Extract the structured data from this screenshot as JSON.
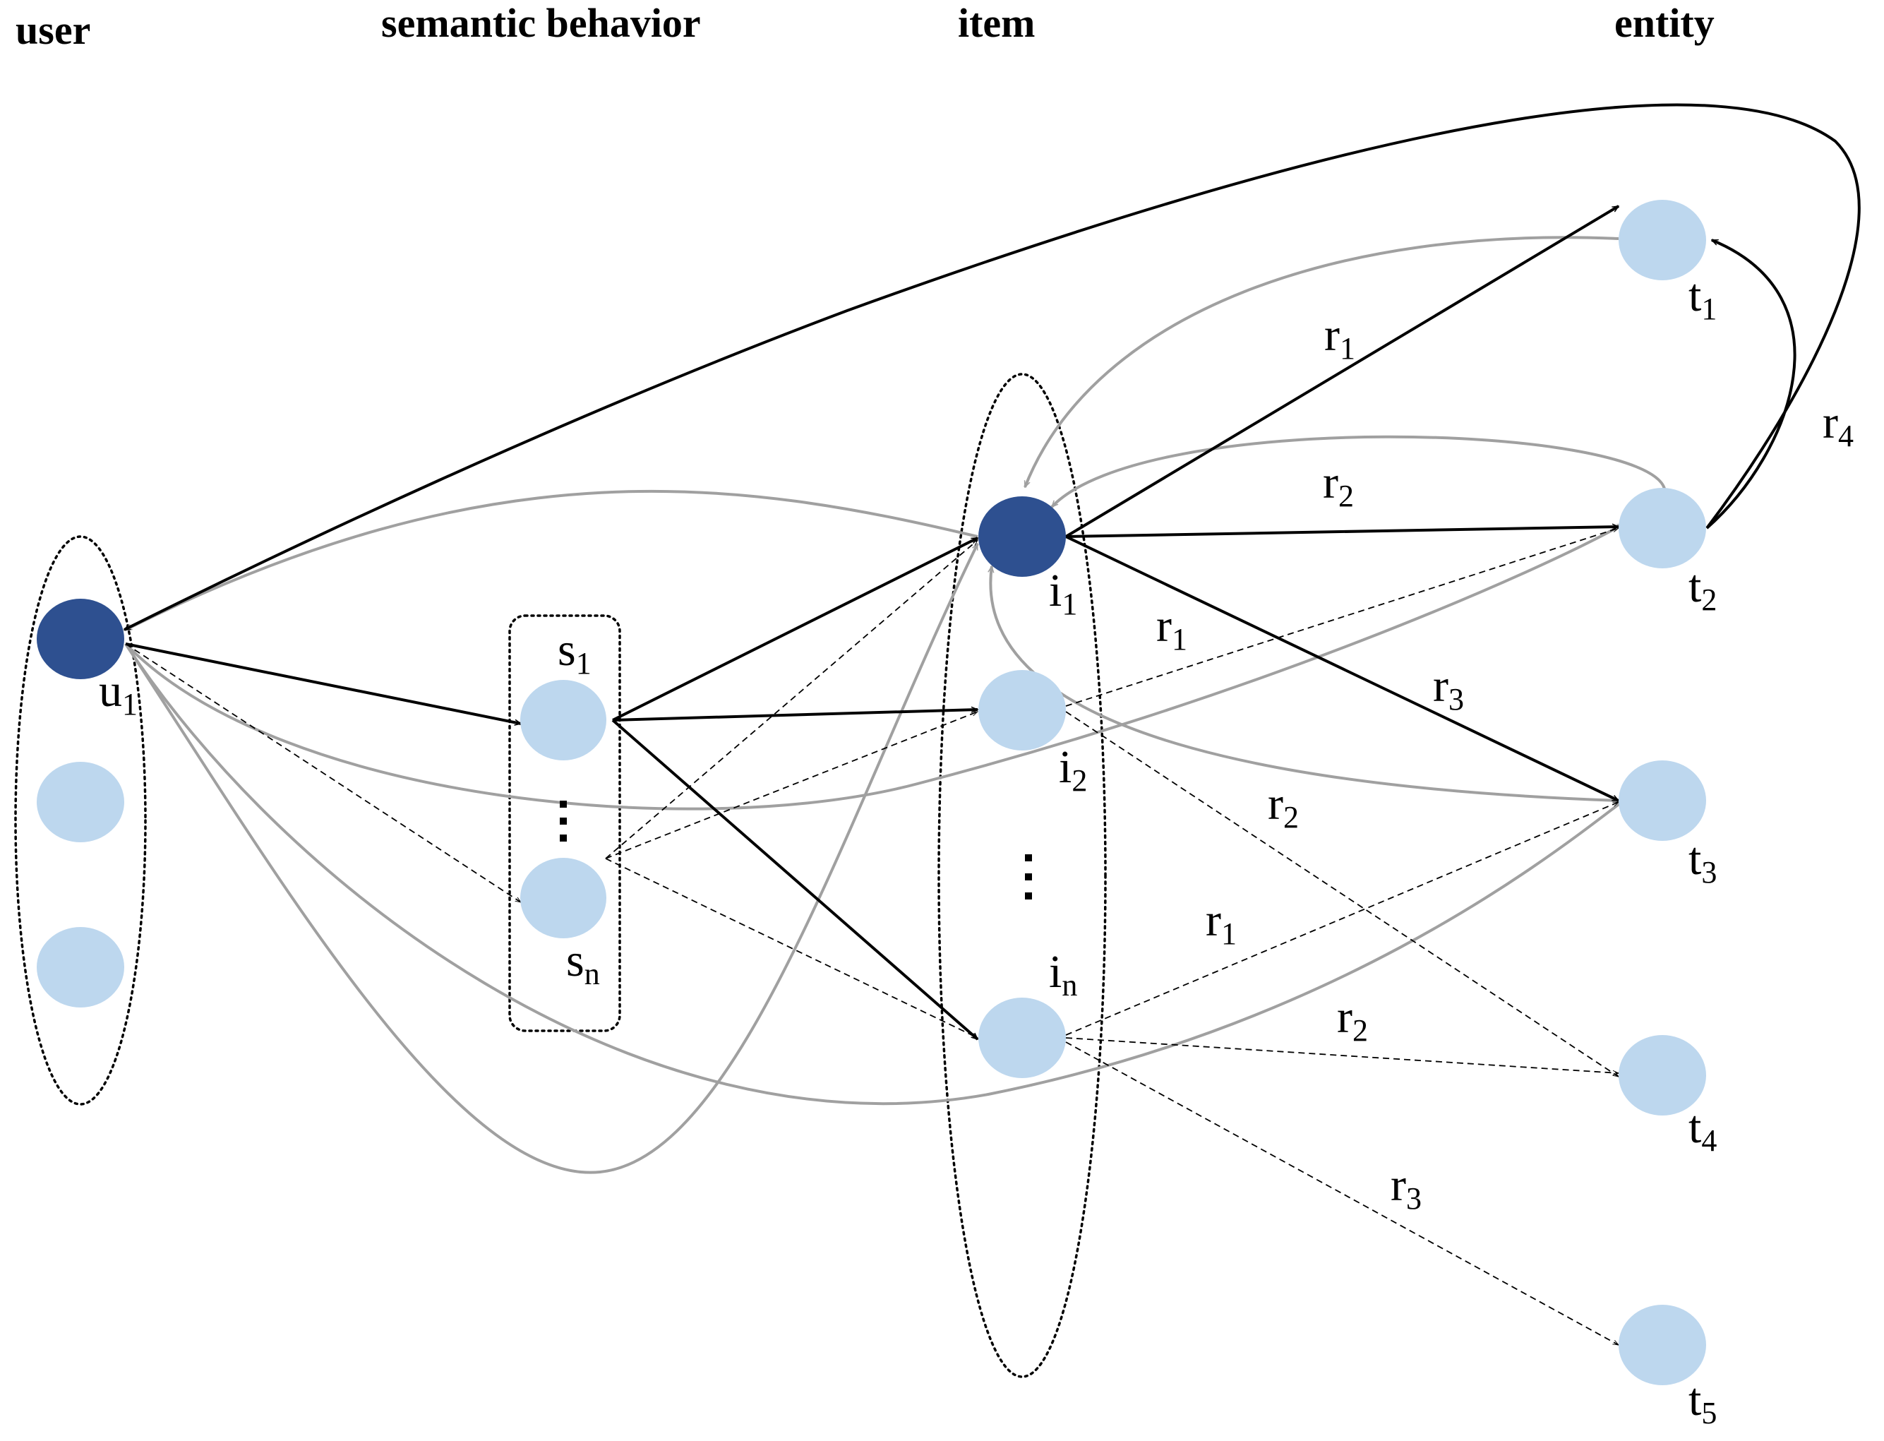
{
  "headers": {
    "user": "user",
    "semantic_behavior": "semantic behavior",
    "item": "item",
    "entity": "entity"
  },
  "nodes": {
    "u1": {
      "base": "u",
      "sub": "1"
    },
    "s1": {
      "base": "s",
      "sub": "1"
    },
    "sn": {
      "base": "s",
      "sub": "n"
    },
    "i1": {
      "base": "i",
      "sub": "1"
    },
    "i2": {
      "base": "i",
      "sub": "2"
    },
    "in": {
      "base": "i",
      "sub": "n"
    },
    "t1": {
      "base": "t",
      "sub": "1"
    },
    "t2": {
      "base": "t",
      "sub": "2"
    },
    "t3": {
      "base": "t",
      "sub": "3"
    },
    "t4": {
      "base": "t",
      "sub": "4"
    },
    "t5": {
      "base": "t",
      "sub": "5"
    }
  },
  "relations": {
    "i1_t1": {
      "base": "r",
      "sub": "1"
    },
    "i1_t2": {
      "base": "r",
      "sub": "2"
    },
    "i1_t3": {
      "base": "r",
      "sub": "3"
    },
    "t2_t1": {
      "base": "r",
      "sub": "4"
    },
    "i2_t2": {
      "base": "r",
      "sub": "1"
    },
    "i2_t4": {
      "base": "r",
      "sub": "2"
    },
    "in_t3": {
      "base": "r",
      "sub": "1"
    },
    "in_t4": {
      "base": "r",
      "sub": "2"
    },
    "in_t5": {
      "base": "r",
      "sub": "3"
    }
  },
  "colors": {
    "highlight_node": "#2e5090",
    "node": "#bdd7ee",
    "edge_black": "#000000",
    "edge_gray": "#a0a0a0"
  }
}
